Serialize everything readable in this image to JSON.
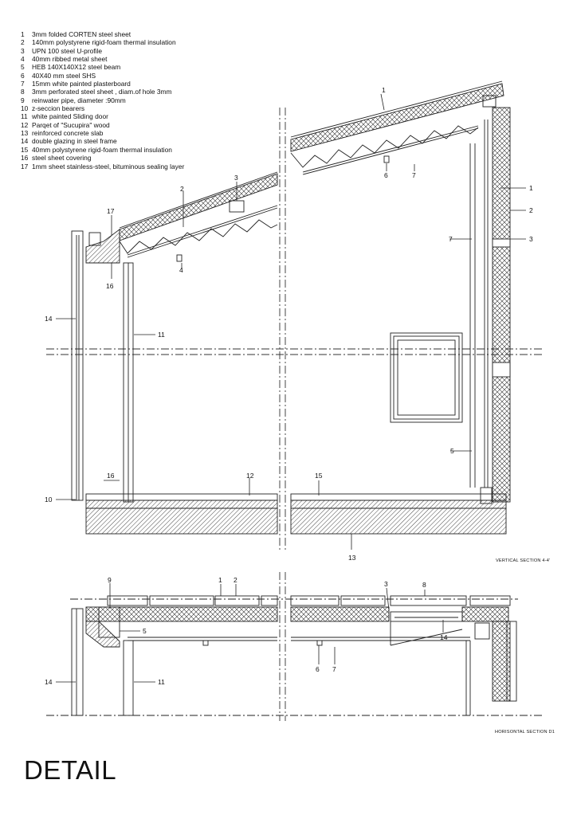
{
  "title": "DETAIL",
  "legend": [
    {
      "num": "1",
      "text": "3mm folded CORTEN steel sheet"
    },
    {
      "num": "2",
      "text": "140mm polystyrene rigid-foam thermal insulation"
    },
    {
      "num": "3",
      "text": "UPN 100 steel U-profile"
    },
    {
      "num": "4",
      "text": "40mm ribbed metal sheet"
    },
    {
      "num": "5",
      "text": "HEB 140X140X12 steel beam"
    },
    {
      "num": "6",
      "text": "40X40 mm steel SHS"
    },
    {
      "num": "7",
      "text": "15mm white painted plasterboard"
    },
    {
      "num": "8",
      "text": "3mm perforated steel sheet , diam.of hole 3mm"
    },
    {
      "num": "9",
      "text": "reinwater pipe, diameter :90mm"
    },
    {
      "num": "10",
      "text": "z-seccion bearers"
    },
    {
      "num": "11",
      "text": "white painted Sliding door"
    },
    {
      "num": "12",
      "text": "Parqet of \"Sucupira\" wood"
    },
    {
      "num": "13",
      "text": "reinforced concrete slab"
    },
    {
      "num": "14",
      "text": "double glazing in steel frame"
    },
    {
      "num": "15",
      "text": "40mm polystyrene rigid-foam thermal insulation"
    },
    {
      "num": "16",
      "text": "steel sheet covering"
    },
    {
      "num": "17",
      "text": "1mm sheet stainless-steel, bituminous sealing layer"
    }
  ],
  "captions": {
    "vertical": "VERTICAL SECTION 4-4'",
    "horizontal": "HORISONTAL   SECTION D1"
  },
  "callouts_vertical": [
    "1",
    "1",
    "2",
    "3",
    "6",
    "7",
    "7",
    "2",
    "3",
    "17",
    "4",
    "16",
    "14",
    "11",
    "5",
    "16",
    "12",
    "15",
    "10",
    "13"
  ],
  "callouts_horizontal": [
    "9",
    "1",
    "2",
    "3",
    "8",
    "5",
    "14",
    "6",
    "7",
    "14",
    "11"
  ]
}
